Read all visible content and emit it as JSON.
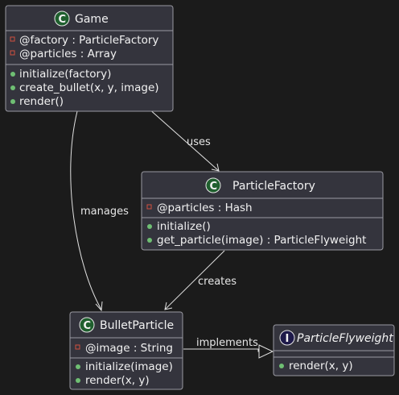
{
  "classes": [
    {
      "id": "game",
      "name": "Game",
      "stereotype_letter": "C",
      "stereotype_color": "#1f5f2e",
      "fields": [
        {
          "visibility": "private",
          "text": "@factory : ParticleFactory"
        },
        {
          "visibility": "private",
          "text": "@particles : Array"
        }
      ],
      "methods": [
        {
          "visibility": "public",
          "text": "initialize(factory)"
        },
        {
          "visibility": "public",
          "text": "create_bullet(x, y, image)"
        },
        {
          "visibility": "public",
          "text": "render()"
        }
      ]
    },
    {
      "id": "particle_factory",
      "name": "ParticleFactory",
      "stereotype_letter": "C",
      "stereotype_color": "#1f5f2e",
      "fields": [
        {
          "visibility": "private",
          "text": "@particles : Hash"
        }
      ],
      "methods": [
        {
          "visibility": "public",
          "text": "initialize()"
        },
        {
          "visibility": "public",
          "text": "get_particle(image) : ParticleFlyweight"
        }
      ]
    },
    {
      "id": "bullet_particle",
      "name": "BulletParticle",
      "stereotype_letter": "C",
      "stereotype_color": "#1f5f2e",
      "fields": [
        {
          "visibility": "private",
          "text": "@image : String"
        }
      ],
      "methods": [
        {
          "visibility": "public",
          "text": "initialize(image)"
        },
        {
          "visibility": "public",
          "text": "render(x, y)"
        }
      ]
    },
    {
      "id": "particle_flyweight",
      "name": "ParticleFlyweight",
      "stereotype_letter": "I",
      "stereotype_color": "#1e1a4a",
      "italic": true,
      "fields": [],
      "methods": [
        {
          "visibility": "public",
          "text": "render(x, y)"
        }
      ]
    }
  ],
  "relations": [
    {
      "id": "uses",
      "from": "Game",
      "to": "ParticleFactory",
      "label": "uses",
      "kind": "association"
    },
    {
      "id": "manages",
      "from": "Game",
      "to": "BulletParticle",
      "label": "manages",
      "kind": "association"
    },
    {
      "id": "creates",
      "from": "ParticleFactory",
      "to": "BulletParticle",
      "label": "creates",
      "kind": "association"
    },
    {
      "id": "implements",
      "from": "BulletParticle",
      "to": "ParticleFlyweight",
      "label": "implements",
      "kind": "realization"
    }
  ],
  "colors": {
    "background": "#1b1b1b",
    "box_fill": "#34343d",
    "border": "#9a9aa2",
    "text": "#f2f2f2",
    "private_marker": "#d0503f",
    "public_marker": "#6fbf73"
  }
}
